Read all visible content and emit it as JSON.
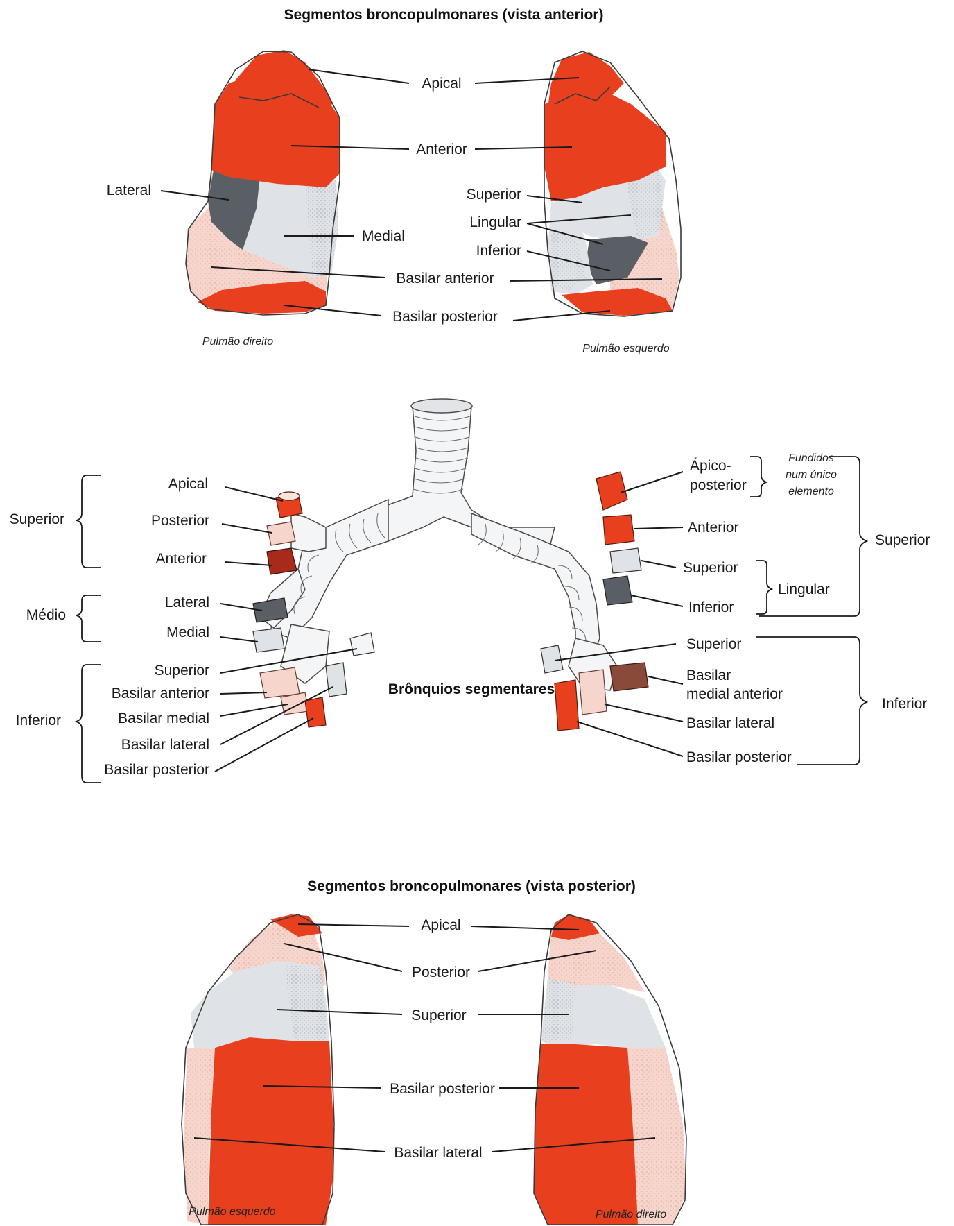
{
  "diagram_anterior": {
    "title": "Segmentos broncopulmonares (vista anterior)",
    "right_lung_caption": "Pulmão direito",
    "left_lung_caption": "Pulmão esquerdo",
    "labels": {
      "apical": "Apical",
      "anterior": "Anterior",
      "lateral": "Lateral",
      "medial": "Medial",
      "superior": "Superior",
      "lingular": "Lingular",
      "inferior": "Inferior",
      "basilar_anterior": "Basilar anterior",
      "basilar_posterior": "Basilar posterior"
    }
  },
  "diagram_bronchi": {
    "title": "Brônquios segmentares",
    "right_side": {
      "superior_group": "Superior",
      "superior_items": [
        "Apical",
        "Posterior",
        "Anterior"
      ],
      "middle_group": "Médio",
      "middle_items": [
        "Lateral",
        "Medial"
      ],
      "inferior_group": "Inferior",
      "inferior_items": [
        "Superior",
        "Basilar anterior",
        "Basilar medial",
        "Basilar lateral",
        "Basilar posterior"
      ]
    },
    "left_side": {
      "apico_posterior_line1": "Ápico-",
      "apico_posterior_line2": "posterior",
      "fused_note": [
        "Fundidos",
        "num único",
        "elemento"
      ],
      "anterior": "Anterior",
      "lingular_superior": "Superior",
      "lingular_inferior": "Inferior",
      "lingular_group": "Lingular",
      "superior_group": "Superior",
      "inferior_superior": "Superior",
      "basilar_medial_anterior_line1": "Basilar",
      "basilar_medial_anterior_line2": "medial anterior",
      "basilar_lateral": "Basilar lateral",
      "basilar_posterior": "Basilar posterior",
      "inferior_group": "Inferior"
    }
  },
  "diagram_posterior": {
    "title": "Segmentos broncopulmonares (vista posterior)",
    "left_lung_caption": "Pulmão esquerdo",
    "right_lung_caption": "Pulmão direito",
    "labels": {
      "apical": "Apical",
      "posterior": "Posterior",
      "superior": "Superior",
      "basilar_posterior": "Basilar posterior",
      "basilar_lateral": "Basilar lateral"
    }
  },
  "colors": {
    "red": "#e8401f",
    "dark_red": "#a82a1a",
    "pink": "#f6d6cc",
    "light_gray": "#dfe3e8",
    "dark_gray": "#5a5f66",
    "brown": "#8a4a3a"
  }
}
